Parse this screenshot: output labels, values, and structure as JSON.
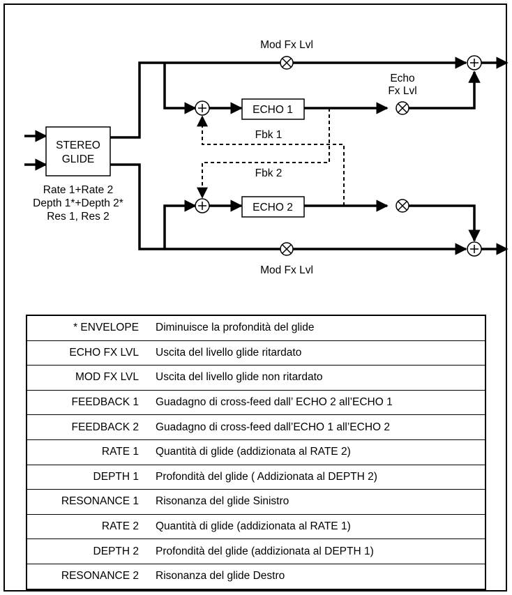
{
  "diagram": {
    "stereo_glide": [
      "STEREO",
      "GLIDE"
    ],
    "echo1": "ECHO 1",
    "echo2": "ECHO 2",
    "mod_fx_top": "Mod Fx Lvl",
    "mod_fx_bottom": "Mod Fx Lvl",
    "echo_fx": [
      "Echo",
      "Fx Lvl"
    ],
    "fbk1": "Fbk 1",
    "fbk2": "Fbk 2",
    "params": [
      "Rate 1+Rate 2",
      "Depth 1*+Depth 2*",
      "Res 1, Res 2"
    ]
  },
  "legend": {
    "rows": [
      {
        "key": "* ENVELOPE",
        "desc": "Diminuisce la profondità del glide"
      },
      {
        "key": "ECHO FX LVL",
        "desc": "Uscita del livello glide ritardato"
      },
      {
        "key": "MOD FX LVL",
        "desc": "Uscita del livello glide non ritardato"
      },
      {
        "key": "FEEDBACK 1",
        "desc": "Guadagno di cross-feed dall’ ECHO 2 all’ECHO 1"
      },
      {
        "key": "FEEDBACK 2",
        "desc": "Guadagno di cross-feed dall’ECHO 1 all’ECHO 2"
      },
      {
        "key": "RATE 1",
        "desc": "Quantità di glide (addizionata al RATE 2)"
      },
      {
        "key": "DEPTH 1",
        "desc": "Profondità del glide ( Addizionata al DEPTH 2)"
      },
      {
        "key": "RESONANCE 1",
        "desc": "Risonanza del glide  Sinistro"
      },
      {
        "key": "RATE 2",
        "desc": "Quantità di glide (addizionata al RATE 1)"
      },
      {
        "key": "DEPTH 2",
        "desc": "Profondità del glide (addizionata al DEPTH 1)"
      },
      {
        "key": "RESONANCE 2",
        "desc": "Risonanza del glide Destro"
      }
    ]
  }
}
